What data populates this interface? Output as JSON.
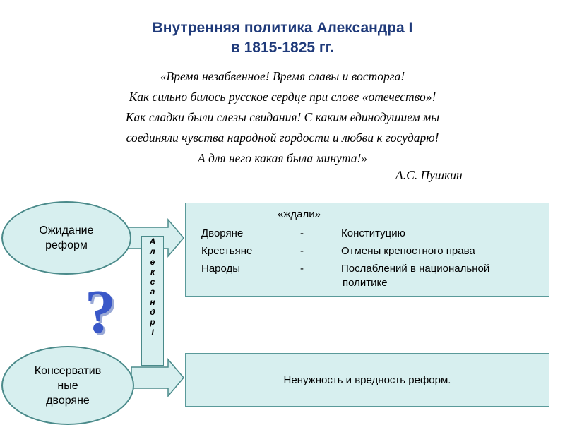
{
  "title": {
    "line1": "Внутренняя политика Александра I",
    "line2": "в 1815-1825 гг."
  },
  "quote": {
    "lines": [
      "«Время незабвенное! Время славы и восторга!",
      "Как сильно билось русское сердце при слове «отечество»!",
      "Как сладки были слезы свидания! С каким единодушием мы",
      "соединяли чувства народной гордости и любви к государю!",
      "А для него какая была минута!»"
    ],
    "author": "А.С. Пушкин"
  },
  "diagram": {
    "oval_top": [
      "Ожидание",
      "реформ"
    ],
    "oval_bottom": [
      "Консерватив",
      "ные",
      "дворяне"
    ],
    "vertical_label_letters": [
      "А",
      "л",
      "е",
      "к",
      "с",
      "а",
      "н",
      "д",
      "р",
      "I"
    ],
    "question_mark": "?",
    "box_top": {
      "heading": "«ждали»",
      "rows": [
        {
          "who": "Дворяне",
          "dash": "-",
          "what": "Конституцию"
        },
        {
          "who": "Крестьяне",
          "dash": "-",
          "what": "Отмены крепостного права"
        },
        {
          "who": "Народы",
          "dash": "-",
          "what": "Послаблений в национальной"
        }
      ],
      "continuation": "политике"
    },
    "box_bottom": "Ненужность и вредность реформ.",
    "colors": {
      "fill": "#d7efef",
      "border": "#4a8a8a",
      "title": "#1f3a7a",
      "question": "#3a58c8"
    }
  }
}
